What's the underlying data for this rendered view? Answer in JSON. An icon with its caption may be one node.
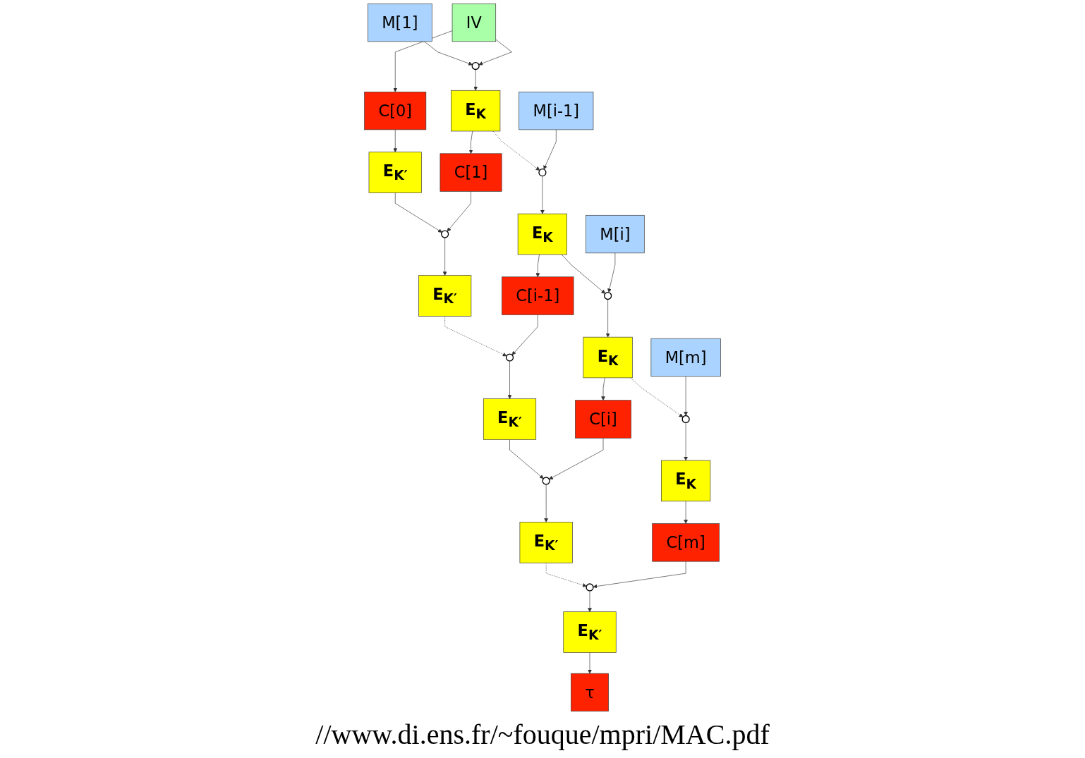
{
  "diagram": {
    "nodes": [
      {
        "text": [
          "M[1]"
        ]
      },
      {
        "text": [
          "M[i-1]"
        ]
      },
      {
        "text": [
          "M[i]"
        ]
      },
      {
        "text": [
          "M[m]"
        ]
      },
      {
        "text": [
          "IV"
        ]
      },
      {
        "text": [],
        "shape": "circle"
      },
      {
        "text": [],
        "shape": "circle"
      },
      {
        "text": [],
        "shape": "circle"
      },
      {
        "text": [],
        "shape": "circle"
      },
      {
        "text": [
          "E$_{K}$"
        ]
      },
      {
        "text": [
          "E$_{K}$"
        ]
      },
      {
        "text": [
          "E$_{K}$"
        ]
      },
      {
        "text": [
          "E$_{K}$"
        ]
      },
      {
        "text": [
          "C[0]"
        ]
      },
      {
        "text": [
          "C[1]"
        ]
      },
      {
        "text": [
          "C[i-1]"
        ]
      },
      {
        "text": [
          "C[i]"
        ]
      },
      {
        "text": [
          "C[m]"
        ]
      },
      {
        "text": [],
        "shape": "circle"
      },
      {
        "text": [],
        "shape": "circle"
      },
      {
        "text": [],
        "shape": "circle"
      },
      {
        "text": [],
        "shape": "circle"
      },
      {
        "text": [
          "E$_{K′}$"
        ]
      },
      {
        "text": [
          "E$_{K′}$"
        ]
      },
      {
        "text": [
          "E$_{K′}$"
        ]
      },
      {
        "text": [
          "E$_{K′}$"
        ]
      },
      {
        "text": [
          "E$_{K′}$"
        ]
      },
      {
        "text": [
          "τ"
        ]
      }
    ],
    "edges": [
      {
        "from": 0,
        "to": 5,
        "arrow": "to"
      },
      {
        "from": 4,
        "to": 5,
        "arrow": "to"
      },
      {
        "from": 4,
        "to": 13,
        "arrow": "to"
      },
      {
        "from": 5,
        "to": 9,
        "arrow": "to"
      },
      {
        "from": 9,
        "to": 14,
        "arrow": "to"
      },
      {
        "from": 9,
        "to": 6,
        "arrow": "to",
        "style": "dashed"
      },
      {
        "from": 1,
        "to": 6,
        "arrow": "to"
      },
      {
        "from": 6,
        "to": 10,
        "arrow": "to"
      },
      {
        "from": 10,
        "to": 15,
        "arrow": "to"
      },
      {
        "from": 10,
        "to": 7,
        "arrow": "to"
      },
      {
        "from": 2,
        "to": 7,
        "arrow": "to"
      },
      {
        "from": 7,
        "to": 11,
        "arrow": "to"
      },
      {
        "from": 11,
        "to": 16,
        "arrow": "to"
      },
      {
        "from": 11,
        "to": 8,
        "arrow": "to",
        "style": "dashed"
      },
      {
        "from": 3,
        "to": 8,
        "arrow": "to"
      },
      {
        "from": 8,
        "to": 12,
        "arrow": "to"
      },
      {
        "from": 12,
        "to": 17,
        "arrow": "to"
      },
      {
        "from": 13,
        "to": 22,
        "arrow": "to"
      },
      {
        "from": 22,
        "to": 18,
        "arrow": "to"
      },
      {
        "from": 14,
        "to": 18,
        "arrow": "to"
      },
      {
        "from": 18,
        "to": 23,
        "arrow": "to"
      },
      {
        "from": 23,
        "to": 19,
        "arrow": "to",
        "style": "dashed"
      },
      {
        "from": 15,
        "to": 19,
        "arrow": "to"
      },
      {
        "from": 19,
        "to": 24,
        "arrow": "to"
      },
      {
        "from": 24,
        "to": 20,
        "arrow": "to"
      },
      {
        "from": 16,
        "to": 20,
        "arrow": "to"
      },
      {
        "from": 20,
        "to": 25,
        "arrow": "to"
      },
      {
        "from": 25,
        "to": 21,
        "arrow": "to",
        "style": "dashed"
      },
      {
        "from": 17,
        "to": 21,
        "arrow": "to"
      },
      {
        "from": 21,
        "to": 26,
        "arrow": "to"
      },
      {
        "from": 26,
        "to": 27,
        "arrow": "to"
      }
    ],
    "labels": [
      "//www.di.ens.fr/~fouque/mpri/MAC.pdf"
    ]
  }
}
